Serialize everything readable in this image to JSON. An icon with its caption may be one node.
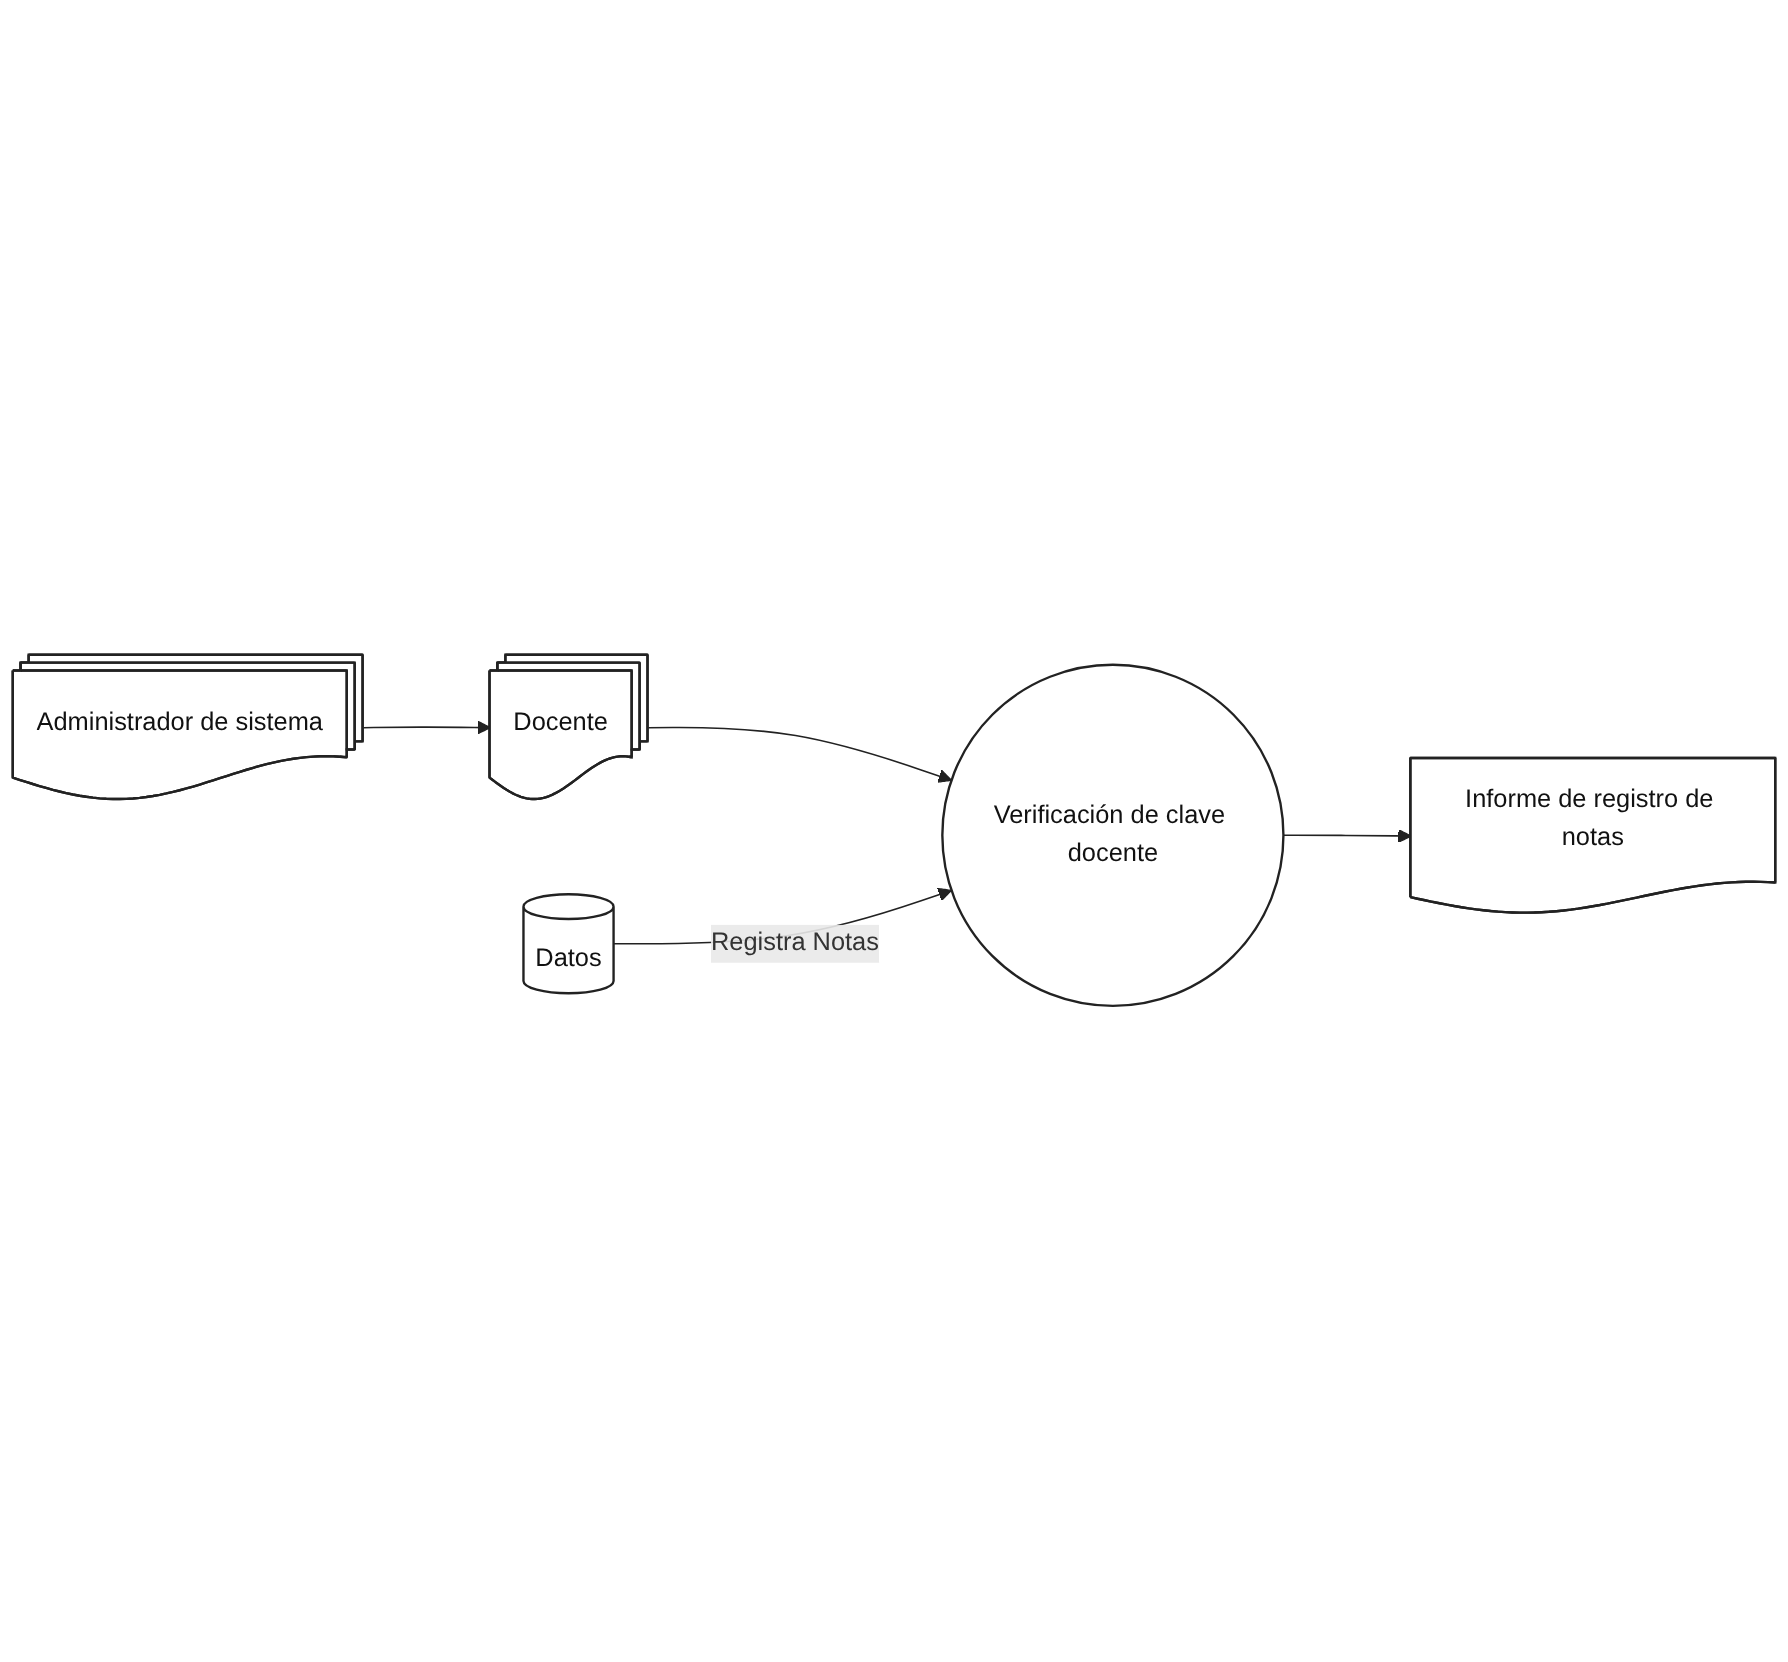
{
  "diagram": {
    "nodes": [
      {
        "text": [
          "Administrador de sistema"
        ]
      },
      {
        "text": [
          "Docente"
        ]
      },
      {
        "text": [
          "Verificación de clave docente"
        ]
      },
      {
        "text": [
          "Informe de registro de notas"
        ]
      },
      {
        "text": [
          "Datos"
        ]
      }
    ],
    "edges": [
      {
        "from": 0,
        "to": 1,
        "arrow": "to"
      },
      {
        "from": 1,
        "to": 2,
        "arrow": "to"
      },
      {
        "from": 2,
        "to": 3,
        "arrow": "to"
      },
      {
        "from": 4,
        "to": 2,
        "arrow": "to",
        "label": "Registra Notas"
      }
    ]
  }
}
